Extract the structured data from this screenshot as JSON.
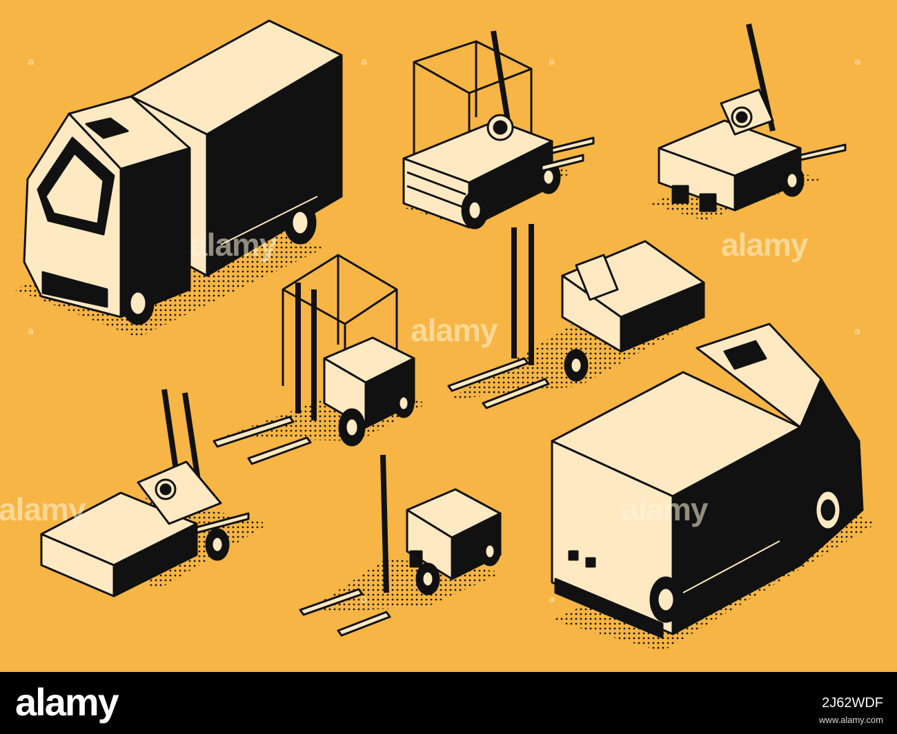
{
  "image": {
    "subject": "isometric line-art industrial vehicles: two delivery trucks and six forklifts",
    "colors": {
      "background": "#f6b544",
      "fill": "#ffe9c2",
      "ink": "#111111"
    }
  },
  "watermark": {
    "text": "alamy",
    "mark": "a"
  },
  "footer": {
    "brand": "alamy",
    "image_id": "2J62WDF",
    "url": "www.alamy.com"
  }
}
